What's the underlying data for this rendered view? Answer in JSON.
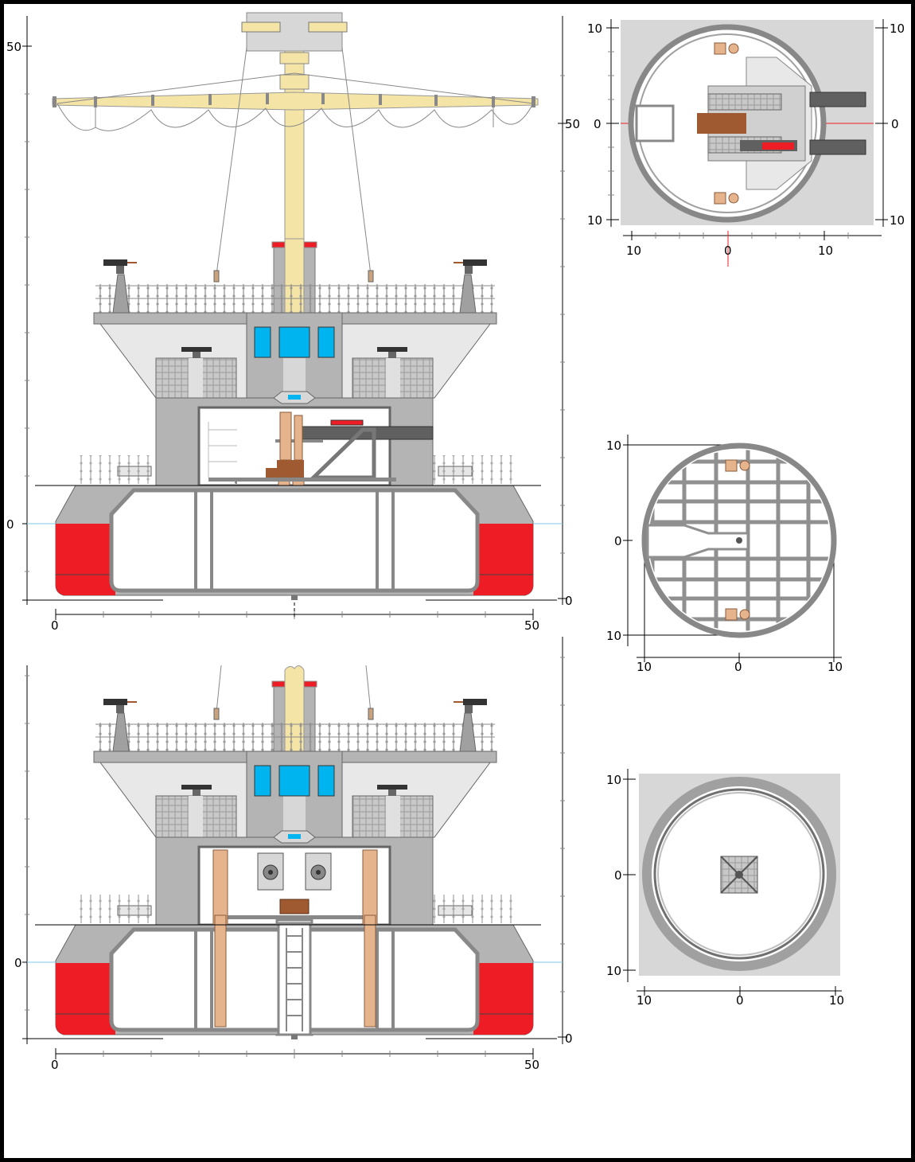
{
  "scale_labels": {
    "side_upper": {
      "y_top": "50",
      "y_left_mid": "50",
      "y_zero_left": "0",
      "y_zero_right": "0",
      "x_start": "0",
      "x_end": "50"
    },
    "side_lower": {
      "y_zero_left": "0",
      "y_zero_right": "0",
      "x_start": "0",
      "x_end": "50"
    },
    "plan_top": {
      "left_top": "10",
      "right_top": "10",
      "left_zero": "0",
      "right_zero": "0",
      "left_bottom": "10",
      "right_bottom": "10",
      "x_left": "10",
      "x_mid": "0",
      "x_right": "10"
    },
    "plan_mid": {
      "top": "10",
      "zero": "0",
      "bottom": "10",
      "x_left": "10",
      "x_mid": "0",
      "x_right": "10"
    },
    "plan_bottom": {
      "top": "10",
      "zero": "0",
      "bottom": "10",
      "x_left": "10",
      "x_mid": "0",
      "x_right": "10"
    }
  },
  "colors": {
    "frame": "#000000",
    "sheet": "#ffffff",
    "hull_gray": "#b4b4b4",
    "light_gray": "#d7d7d7",
    "mid_gray": "#a0a0a0",
    "dark_gray": "#606060",
    "waterline_red": "#ee1c25",
    "window_blue": "#00b4f0",
    "mast_yellow": "#f4e4a6",
    "wood": "#e6b48c",
    "brown": "#a05a32",
    "waterline": "#80c8e8"
  },
  "icons": [
    "mast-boom",
    "gun-turret",
    "guardrail",
    "porthole-window",
    "hatch-ladder",
    "grid-deck"
  ]
}
